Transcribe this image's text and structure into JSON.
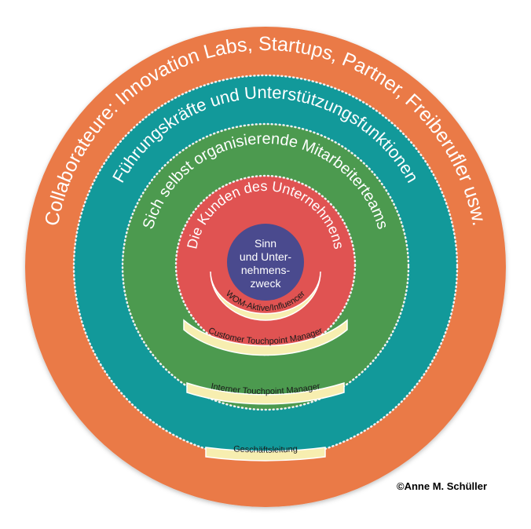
{
  "rings": {
    "collaborateure": {
      "label": "Collaborateure: Innovation Labs, Startups, Partner, Freiberufler usw.",
      "color": "#ea7a47"
    },
    "fuehrung": {
      "label": "Führungskräfte und Unterstützungsfunktionen",
      "color": "#12999a"
    },
    "mitarbeiterteams": {
      "label": "Sich selbst organisierende Mitarbeiterteams",
      "color": "#4c9a4f"
    },
    "kunden": {
      "label": "Die Kunden des Unternehmens",
      "color": "#e05352"
    },
    "core": {
      "lines": [
        "Sinn",
        "und Unter-",
        "nehmens-",
        "zweck"
      ],
      "color": "#4a4a8e"
    }
  },
  "pills": {
    "wom": "WOM-Aktive/Influencer",
    "customer_touchpoint": "Customer Touchpoint Manager",
    "interner_touchpoint": "Interner Touchpoint Manager",
    "geschaeftsleitung": "Geschäftsleitung"
  },
  "pill_color": "#f7eeb0",
  "copyright": "©Anne M. Schüller"
}
